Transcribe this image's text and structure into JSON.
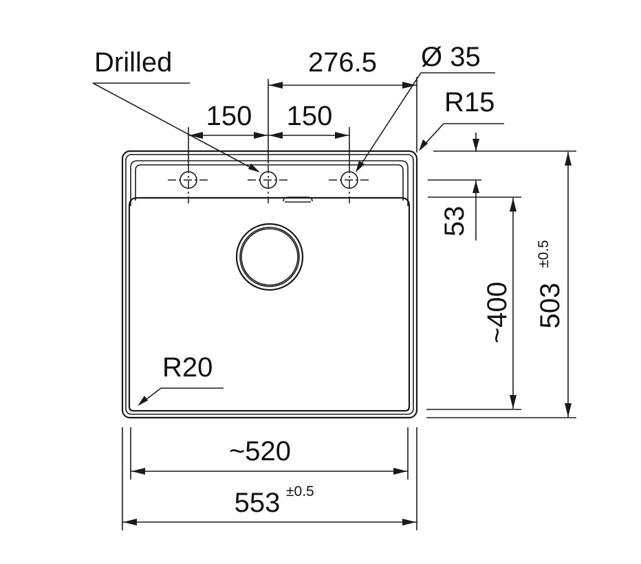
{
  "labels": {
    "drilled": "Drilled",
    "dim_276_5": "276.5",
    "dia_35": "Ø 35",
    "dim_150_left": "150",
    "dim_150_right": "150",
    "r15": "R15",
    "dim_53": "53",
    "dim_400": "~400",
    "dim_503": "503",
    "tol_503": "±0.5",
    "r20": "R20",
    "dim_520": "~520",
    "dim_553": "553",
    "tol_553": "±0.5"
  },
  "colors": {
    "line": "#1a1a1a",
    "text": "#111111",
    "background": "#ffffff"
  }
}
